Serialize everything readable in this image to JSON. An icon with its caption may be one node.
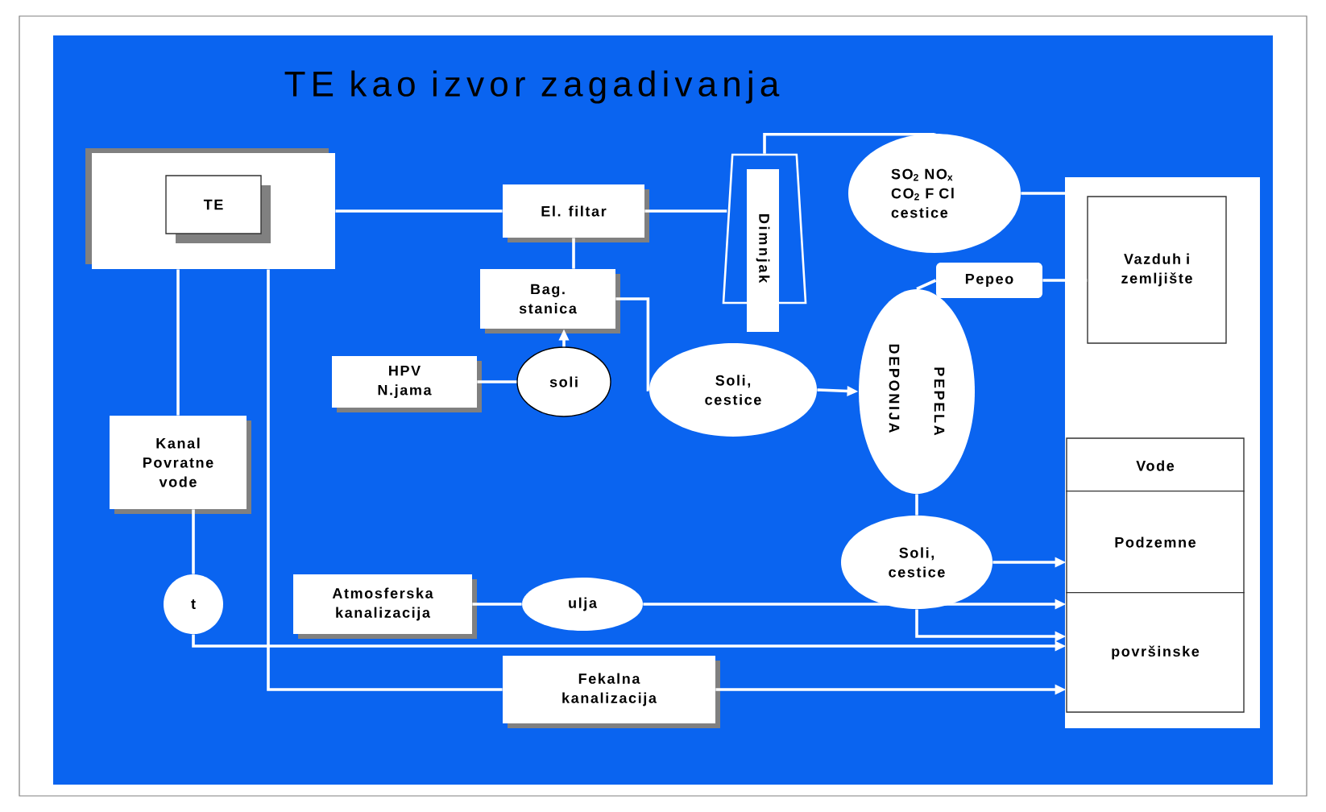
{
  "diagram": {
    "title": "TE kao izvor zagadivanja",
    "nodes": [
      {
        "text": [],
        "shape": "box"
      },
      {
        "text": [
          "TE"
        ],
        "in": 0
      },
      {
        "text": [
          "El. filtar"
        ]
      },
      {
        "text": [
          "Dimnjak"
        ]
      },
      {
        "text": [
          "SO$_{2}$ NO$_{x}$ CO$_{2}$ F Cl cestice"
        ]
      },
      {
        "text": [
          "Bag. stanica"
        ]
      },
      {
        "text": [
          "HPV N.jama"
        ]
      },
      {
        "text": [
          "soli"
        ]
      },
      {
        "text": [
          "Soli, cestice"
        ]
      },
      {
        "text": [
          "Pepeo"
        ]
      },
      {
        "text": [
          "DEPONIJA",
          "PEPELA"
        ]
      },
      {
        "text": [],
        "shape": "box"
      },
      {
        "text": [
          "Vazduh i zemljište"
        ],
        "in": 11
      },
      {
        "text": [
          "Vode"
        ],
        "in": 11
      },
      {
        "text": [
          "Podzemne"
        ],
        "in": 13
      },
      {
        "text": [
          "površinske"
        ],
        "in": 13
      },
      {
        "text": [
          "Kanal Povratne vode"
        ]
      },
      {
        "text": [
          "t"
        ]
      },
      {
        "text": [
          "Atmosferska kanalizacija"
        ]
      },
      {
        "text": [
          "ulja"
        ]
      },
      {
        "text": [
          "Soli, cestice"
        ]
      },
      {
        "text": [
          "Fekalna kanalizacija"
        ]
      }
    ],
    "edges": [
      {
        "from": 0,
        "to": 2,
        "arrow": "none"
      },
      {
        "from": 2,
        "to": 3,
        "arrow": "none"
      },
      {
        "from": 3,
        "to": 4,
        "arrow": "none"
      },
      {
        "from": 4,
        "to": 12,
        "arrow": "none"
      },
      {
        "from": 2,
        "to": 5,
        "arrow": "none"
      },
      {
        "from": 7,
        "to": 5,
        "arrow": "to"
      },
      {
        "from": 6,
        "to": 7,
        "arrow": "none"
      },
      {
        "from": 5,
        "to": 8,
        "arrow": "none"
      },
      {
        "from": 8,
        "to": 10,
        "arrow": "to"
      },
      {
        "from": 10,
        "to": 9,
        "arrow": "none"
      },
      {
        "from": 9,
        "to": 12,
        "arrow": "none"
      },
      {
        "from": 10,
        "to": 20,
        "arrow": "none"
      },
      {
        "from": 20,
        "to": 14,
        "arrow": "to"
      },
      {
        "from": 20,
        "to": 15,
        "arrow": "to"
      },
      {
        "from": 18,
        "to": 19,
        "arrow": "none"
      },
      {
        "from": 19,
        "to": 15,
        "arrow": "to"
      },
      {
        "from": 0,
        "to": 16,
        "arrow": "none"
      },
      {
        "from": 16,
        "to": 17,
        "arrow": "none"
      },
      {
        "from": 17,
        "to": 15,
        "arrow": "to"
      },
      {
        "from": 0,
        "to": 21,
        "arrow": "none"
      },
      {
        "from": 21,
        "to": 15,
        "arrow": "to"
      }
    ]
  }
}
